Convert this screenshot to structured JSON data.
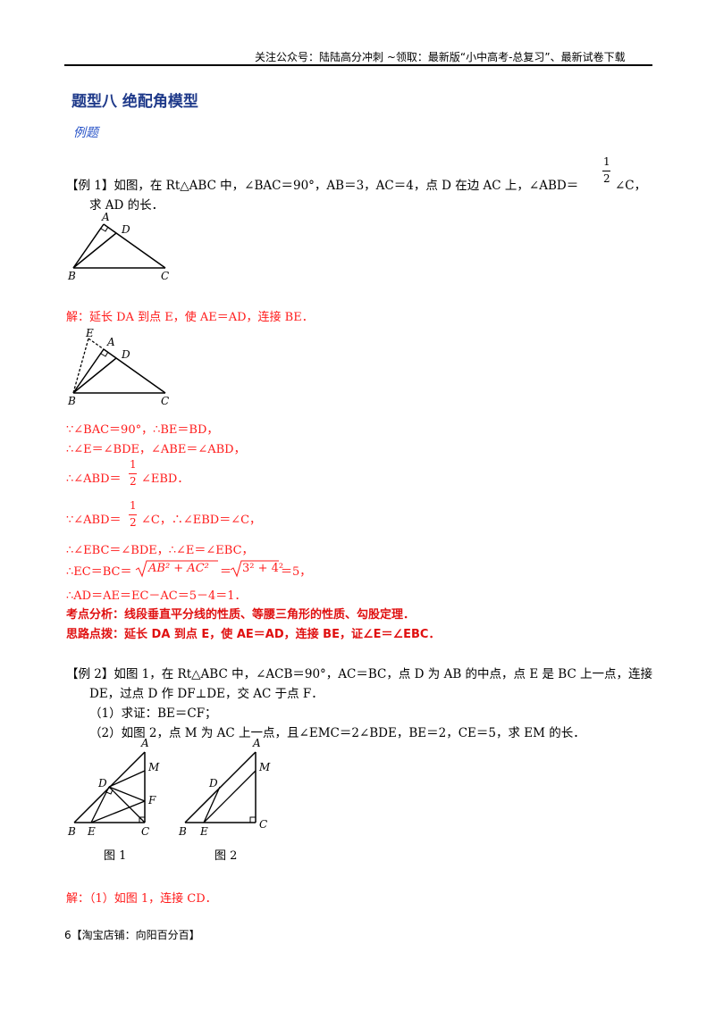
{
  "header": {
    "text": "关注公众号：陆陆高分冲刺 ~领取：最新版“小中高考-总复习”、最新试卷下载"
  },
  "section_title": "题型八 绝配角模型",
  "examples_label": "例题",
  "ex1": {
    "frac_num": "1",
    "frac_den": "2",
    "line1": "【例 1】如图，在 Rt△ABC 中，∠BAC＝90°，AB＝3，AC＝4，点 D 在边 AC 上，∠ABD＝",
    "line1_end": "∠C，",
    "line2": "求 AD 的长．",
    "fig_labels": {
      "A": "A",
      "B": "B",
      "C": "C",
      "D": "D",
      "E": "E"
    }
  },
  "sol1": {
    "intro": "解：延长 DA 到点 E，使 AE＝AD，连接 BE．",
    "s1": "∵∠BAC＝90°，∴BE＝BD，",
    "s2": "∴∠E＝∠BDE，∠ABE＝∠ABD，",
    "s3_pre": "∴∠ABD＝",
    "s3_post": "∠EBD．",
    "s4_pre": "∵∠ABD＝",
    "s4_post": "∠C，∴∠EBD＝∠C，",
    "half_num": "1",
    "half_den": "2",
    "s5": "∴∠EBC＝∠BDE，∴∠E＝∠EBC，",
    "s6_pre": "∴EC＝BC＝",
    "s6_rad1": "AB² + AC²",
    "s6_eq": "＝",
    "s6_rad2": "3² + 4²",
    "s6_post": "＝5，",
    "s7": "∴AD＝AE＝EC－AC＝5－4＝1．",
    "analysis": "考点分析：线段垂直平分线的性质、等腰三角形的性质、勾股定理．",
    "hint": "思路点拨：延长 DA 到点 E，使 AE＝AD，连接 BE，证∠E＝∠EBC．"
  },
  "ex2": {
    "line1": "【例 2】如图 1，在 Rt△ABC 中，∠ACB＝90°，AC＝BC，点 D 为 AB 的中点，点 E 是 BC 上一点，连接",
    "line2": "DE，过点 D 作 DF⊥DE，交 AC 于点 F．",
    "q1": "（1）求证：BE＝CF；",
    "q2": "（2）如图 2，点 M 为 AC 上一点，且∠EMC＝2∠BDE，BE＝2，CE＝5，求 EM 的长．",
    "fig1_caption": "图 1",
    "fig2_caption": "图 2",
    "fig_labels": {
      "A": "A",
      "B": "B",
      "C": "C",
      "D": "D",
      "E": "E",
      "F": "F",
      "M": "M"
    }
  },
  "sol2": {
    "intro": "解：（1）如图 1，连接 CD．"
  },
  "footer": {
    "text": "6【淘宝店铺：向阳百分百】"
  }
}
